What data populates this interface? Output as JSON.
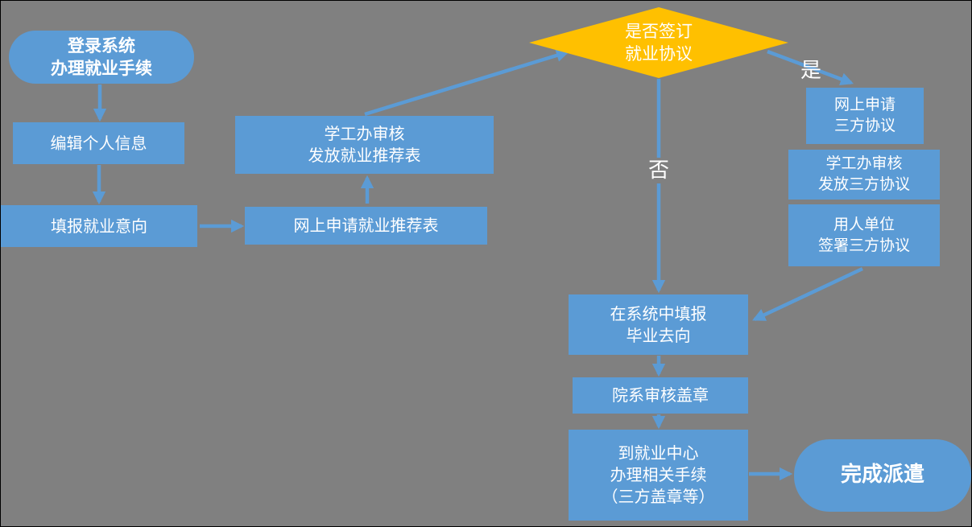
{
  "colors": {
    "background": "#808080",
    "box_fill": "#5B9BD5",
    "decision_fill": "#FFC000",
    "text": "#FFFFFF",
    "arrow": "#5B9BD5"
  },
  "nodes": {
    "login": {
      "label": "登录系统\n办理就业手续"
    },
    "edit_info": {
      "label": "编辑个人信息"
    },
    "intention": {
      "label": "填报就业意向"
    },
    "apply_recommend": {
      "label": "网上申请就业推荐表"
    },
    "review_recommend": {
      "label": "学工办审核\n发放就业推荐表"
    },
    "decision": {
      "label": "是否签订\n就业协议"
    },
    "apply_tripartite": {
      "label": "网上申请\n三方协议"
    },
    "review_tripartite": {
      "label": "学工办审核\n发放三方协议"
    },
    "employer_sign": {
      "label": "用人单位\n签署三方协议"
    },
    "destination": {
      "label": "在系统中填报\n毕业去向"
    },
    "dept_stamp": {
      "label": "院系审核盖章"
    },
    "employment_center": {
      "label": "到就业中心\n办理相关手续\n（三方盖章等）"
    },
    "complete": {
      "label": "完成派遣"
    }
  },
  "edge_labels": {
    "yes": "是",
    "no": "否"
  }
}
